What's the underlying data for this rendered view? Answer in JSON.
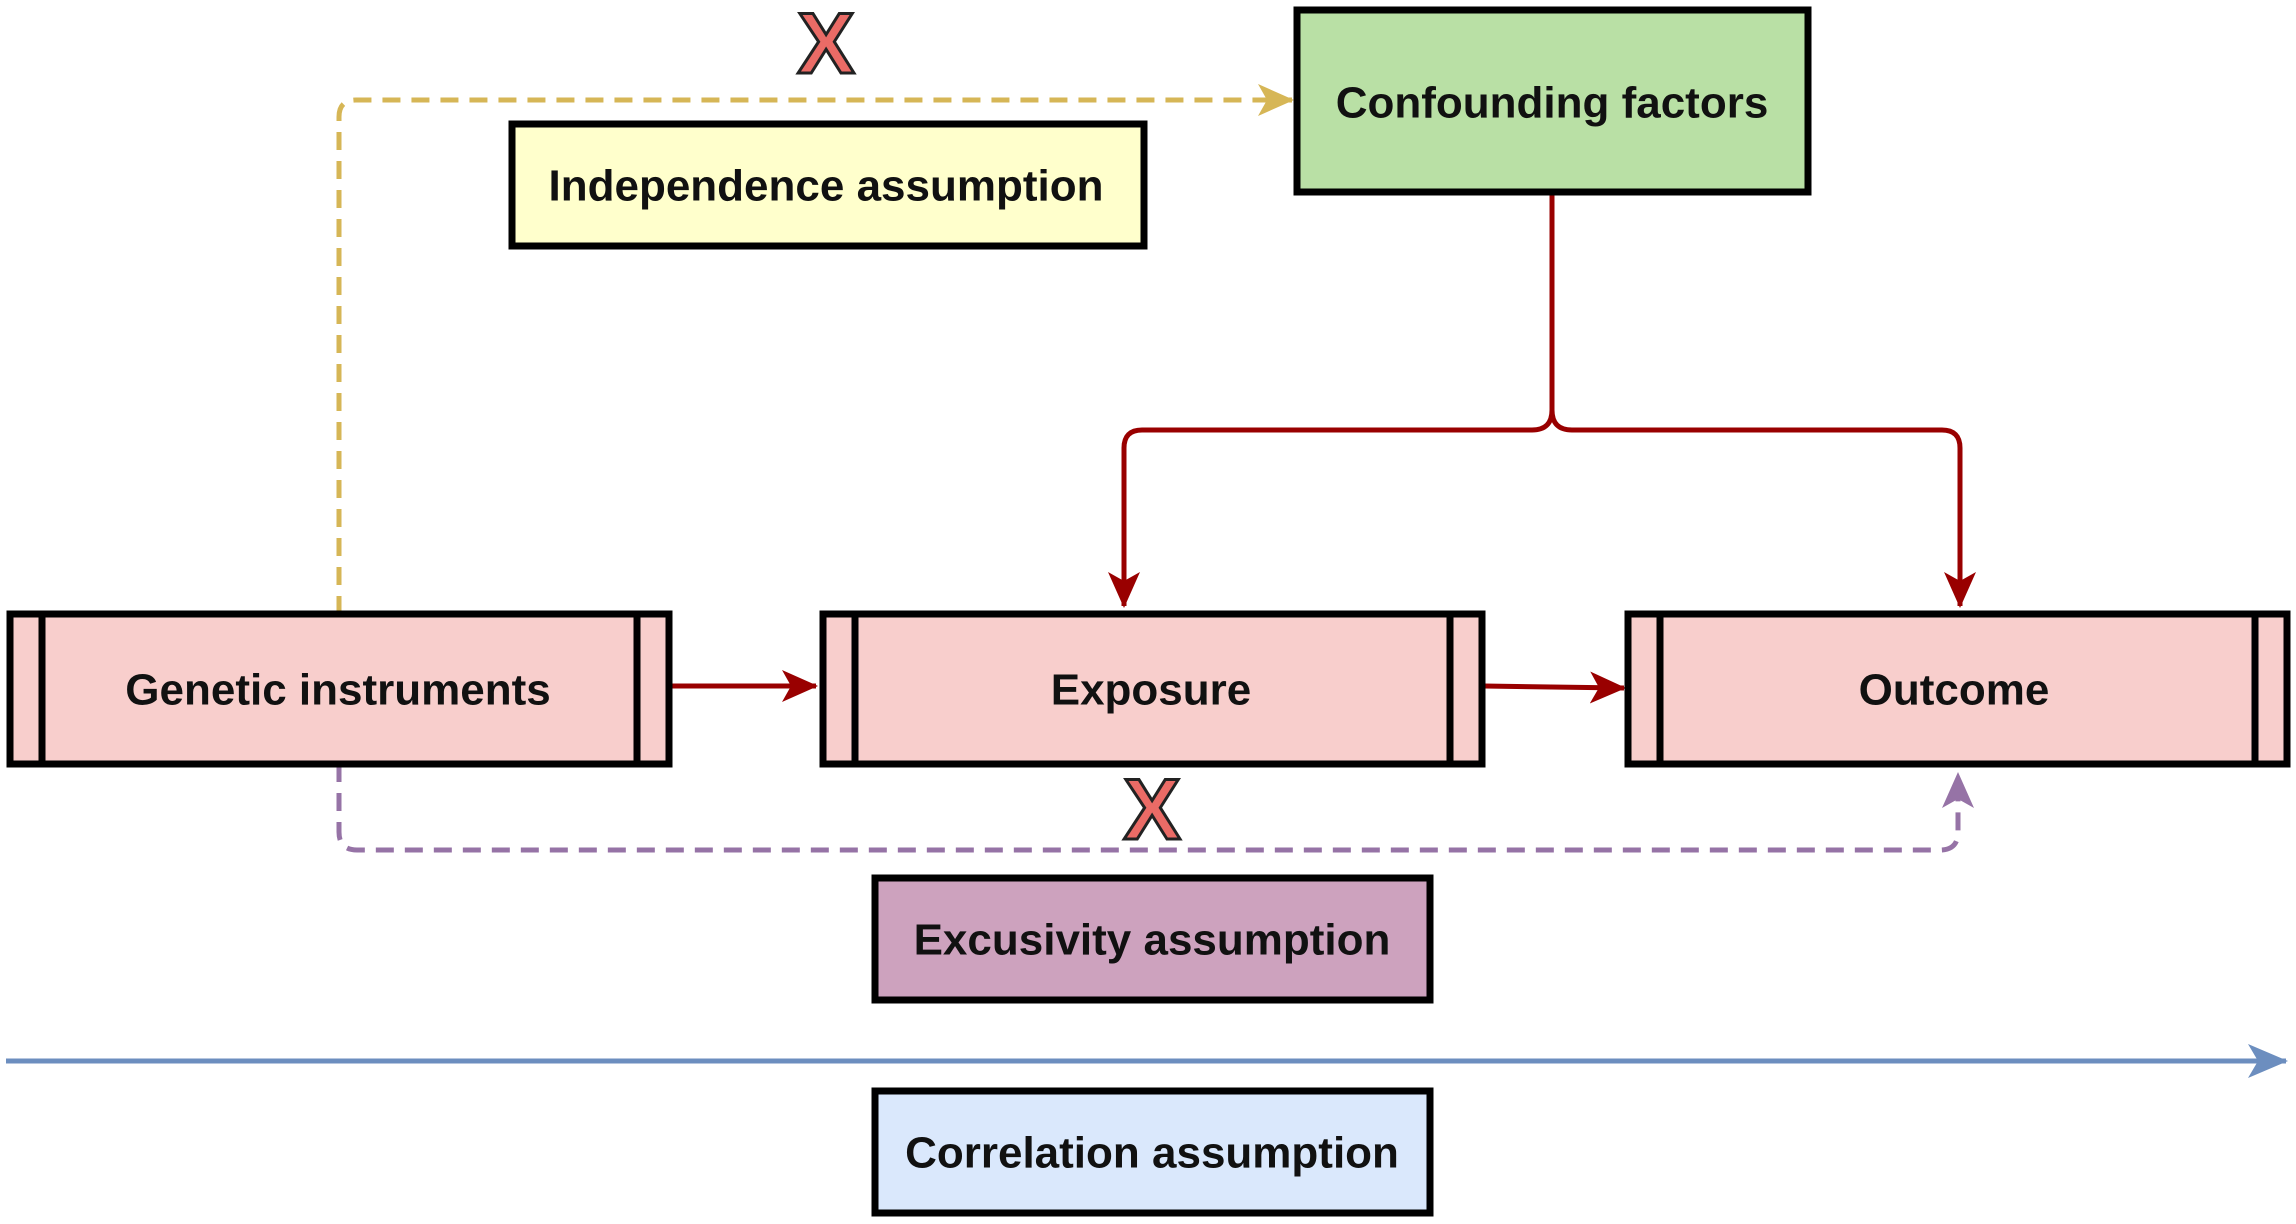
{
  "nodes": {
    "confounding": {
      "label": "Confounding factors",
      "fill": "#b9e0a5"
    },
    "independence": {
      "label": "Independence assumption",
      "fill": "#ffffcc"
    },
    "genetic": {
      "label": "Genetic instruments",
      "fill": "#f8cecc"
    },
    "exposure": {
      "label": "Exposure",
      "fill": "#f8cecc"
    },
    "outcome": {
      "label": "Outcome",
      "fill": "#f8cecc"
    },
    "exclusivity": {
      "label": "Excusivity assumption",
      "fill": "#cda2be"
    },
    "correlation": {
      "label": "Correlation assumption",
      "fill": "#dae8fc"
    }
  },
  "markers": {
    "cross_top": "X",
    "cross_bottom": "X"
  },
  "colors": {
    "causal_arrow": "#990000",
    "independence_path": "#d6b656",
    "exclusivity_path": "#9673a6",
    "correlation_axis": "#6c8ebf",
    "cross_fill": "#ea6b66",
    "border": "#000000"
  },
  "edges": [
    {
      "from": "Genetic instruments",
      "to": "Exposure",
      "style": "solid"
    },
    {
      "from": "Exposure",
      "to": "Outcome",
      "style": "solid"
    },
    {
      "from": "Confounding factors",
      "to": "Exposure",
      "style": "solid"
    },
    {
      "from": "Confounding factors",
      "to": "Outcome",
      "style": "solid"
    },
    {
      "from": "Genetic instruments",
      "to": "Confounding factors",
      "style": "dashed",
      "blocked": true
    },
    {
      "from": "Genetic instruments",
      "to": "Outcome",
      "style": "dashed",
      "blocked": true
    }
  ]
}
